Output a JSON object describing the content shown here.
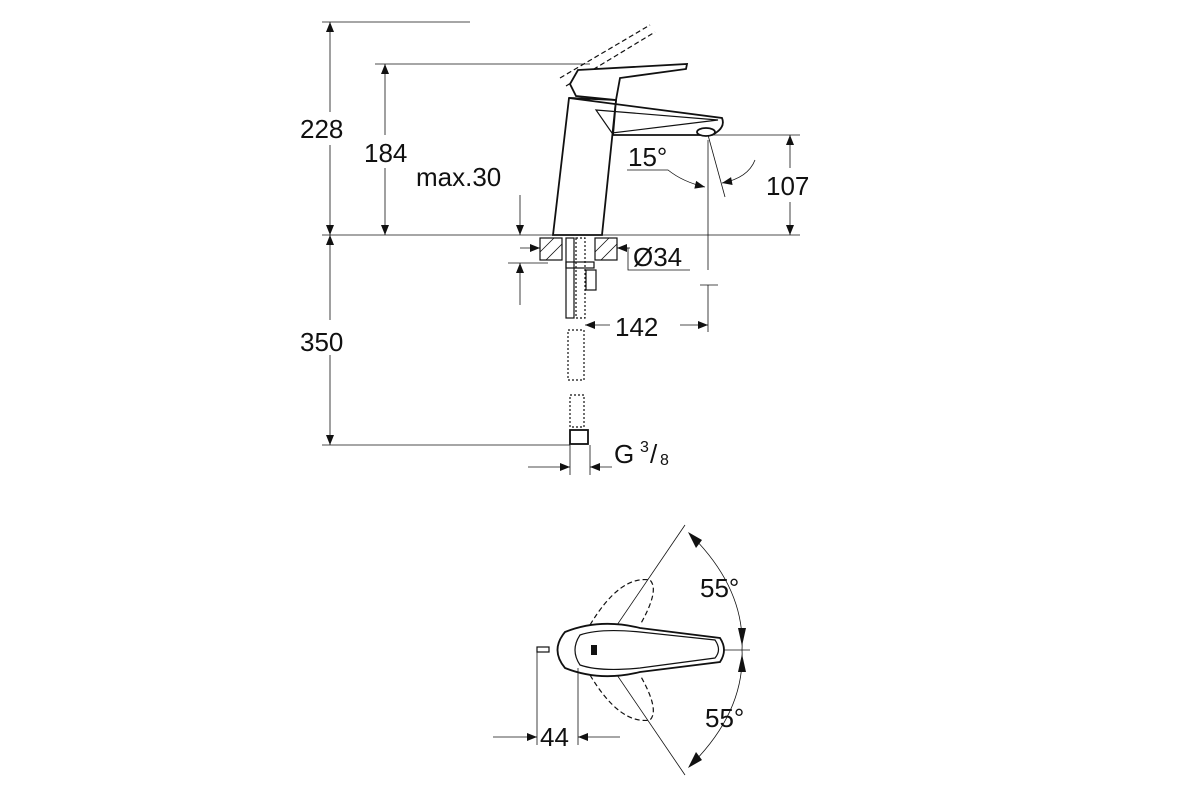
{
  "drawing": {
    "side_view": {
      "dimensions": {
        "total_height_lever_open": "228",
        "height_lever": "184",
        "spout_height": "107",
        "spout_angle": "15°",
        "max_counter_thickness": "max.30",
        "hole_diameter": "Ø34",
        "spout_reach": "142",
        "hose_length": "350",
        "connection_prefix": "G",
        "connection_num": "3",
        "connection_den": "8"
      }
    },
    "top_view": {
      "dimensions": {
        "lever_angle_left": "55°",
        "lever_angle_right": "55°",
        "lever_offset": "44"
      }
    }
  }
}
